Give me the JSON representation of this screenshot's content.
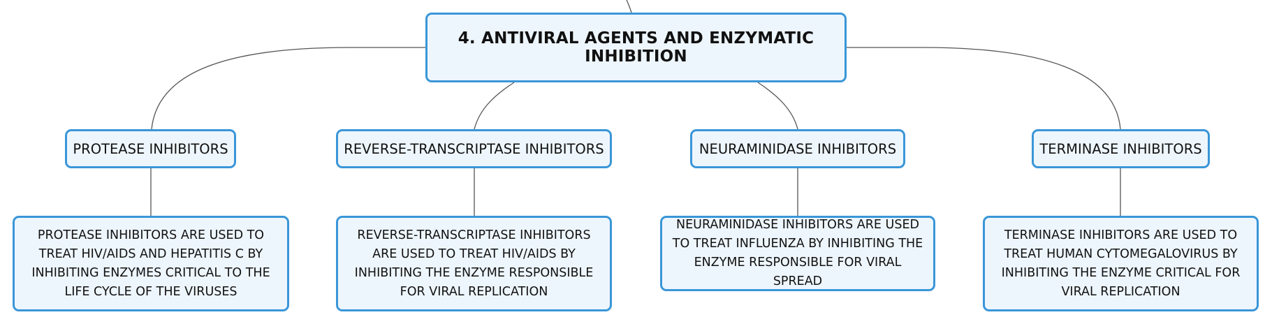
{
  "root": {
    "title": "4. ANTIVIRAL AGENTS AND ENZYMATIC INHIBITION"
  },
  "branches": [
    {
      "label": "PROTEASE INHIBITORS",
      "description": "PROTEASE INHIBITORS ARE USED TO TREAT HIV/AIDS AND HEPATITIS C BY INHIBITING ENZYMES CRITICAL TO THE LIFE CYCLE OF THE VIRUSES"
    },
    {
      "label": "REVERSE-TRANSCRIPTASE INHIBITORS",
      "description": "REVERSE-TRANSCRIPTASE INHIBITORS ARE USED TO TREAT HIV/AIDS BY INHIBITING THE ENZYME RESPONSIBLE FOR VIRAL REPLICATION"
    },
    {
      "label": "NEURAMINIDASE INHIBITORS",
      "description": "NEURAMINIDASE INHIBITORS ARE USED TO TREAT INFLUENZA BY INHIBITING THE ENZYME RESPONSIBLE FOR VIRAL SPREAD"
    },
    {
      "label": "TERMINASE INHIBITORS",
      "description": "TERMINASE INHIBITORS ARE USED TO TREAT HUMAN CYTOMEGALOVIRUS BY INHIBITING THE ENZYME CRITICAL FOR VIRAL REPLICATION"
    }
  ],
  "colors": {
    "node_border": "#3a96d8",
    "node_fill": "#eef6fd",
    "connector": "#555555",
    "text": "#111111"
  }
}
